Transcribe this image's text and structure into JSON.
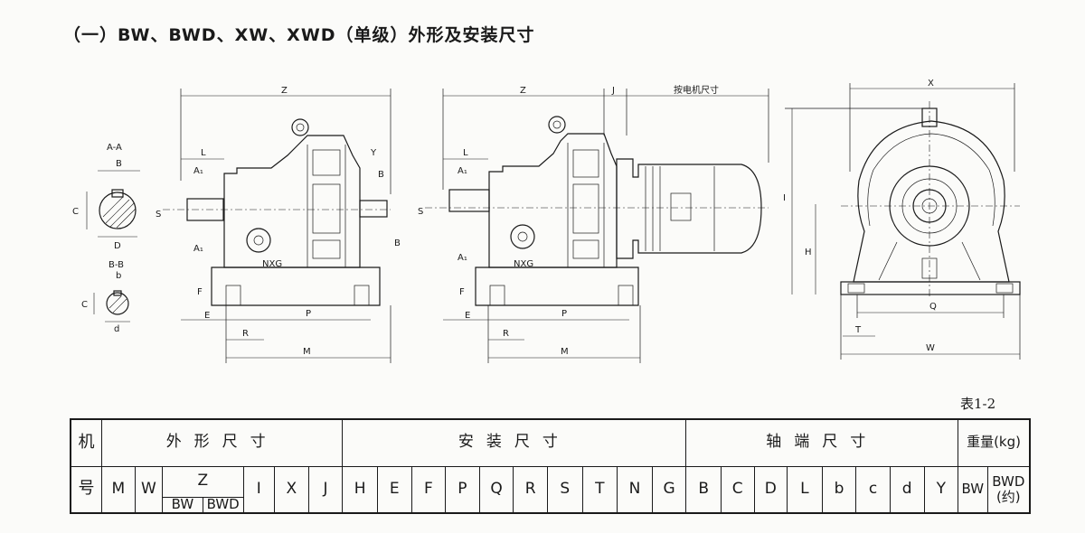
{
  "title": "（一）BW、BWD、XW、XWD（单级）外形及安装尺寸",
  "drawing_labels": {
    "section_aa": "A-A",
    "section_bb": "B-B",
    "Z": "Z",
    "J": "J",
    "motor_dim": "按电机尺寸",
    "X": "X",
    "L": "L",
    "A1": "A₁",
    "Y": "Y",
    "B": "B",
    "S": "S",
    "C": "C",
    "D": "D",
    "b": "b",
    "d": "d",
    "NXG": "NXG",
    "F": "F",
    "E": "E",
    "P": "P",
    "R": "R",
    "M": "M",
    "I": "I",
    "H": "H",
    "Q": "Q",
    "T": "T",
    "W": "W"
  },
  "table": {
    "caption": "表1-2",
    "model_label_top": "机",
    "model_label_bottom": "号",
    "groups": {
      "outline": "外形尺寸",
      "install": "安装尺寸",
      "shaft": "轴端尺寸",
      "weight": "重量(kg)"
    },
    "outline_cols": [
      "M",
      "W",
      "I",
      "X",
      "J"
    ],
    "z_label": "Z",
    "z_sub": [
      "BW",
      "BWD"
    ],
    "install_cols": [
      "H",
      "E",
      "F",
      "P",
      "Q",
      "R",
      "S",
      "T",
      "N",
      "G"
    ],
    "shaft_cols": [
      "B",
      "C",
      "D",
      "L",
      "b",
      "c",
      "d",
      "Y"
    ],
    "weight_cols": [
      "BW",
      "BWD",
      "(约)"
    ]
  }
}
